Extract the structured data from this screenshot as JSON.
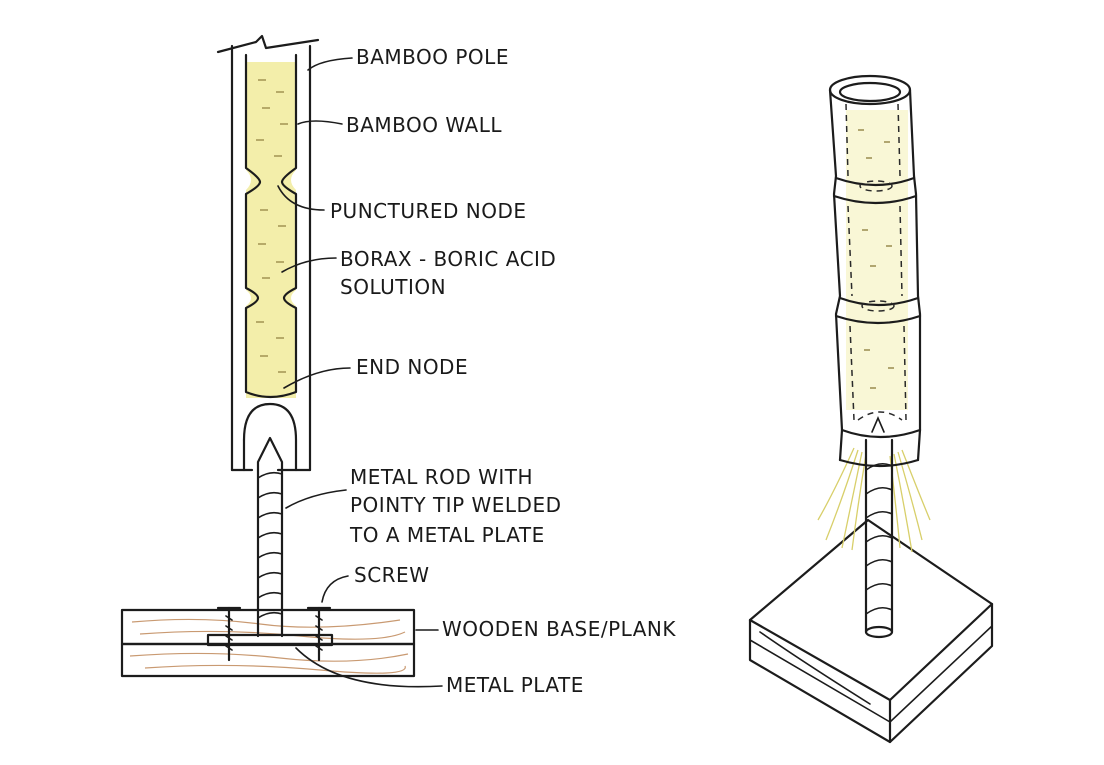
{
  "labels": {
    "bamboo_pole": "BAMBOO POLE",
    "bamboo_wall": "BAMBOO WALL",
    "punctured_node": "PUNCTURED NODE",
    "solution_line1": "BORAX - BORIC ACID",
    "solution_line2": "SOLUTION",
    "end_node": "END NODE",
    "rod_line1": "METAL ROD WITH",
    "rod_line2": "POINTY TIP WELDED",
    "rod_line3": "TO A METAL PLATE",
    "screw": "SCREW",
    "wooden_base": "WOODEN BASE/PLANK",
    "metal_plate": "METAL PLATE"
  },
  "colors": {
    "solution_fill": "#f3eeaa",
    "wood_fill": "#f0cfae",
    "wood_grain": "#c99a72",
    "ink": "#1c1c1c"
  }
}
